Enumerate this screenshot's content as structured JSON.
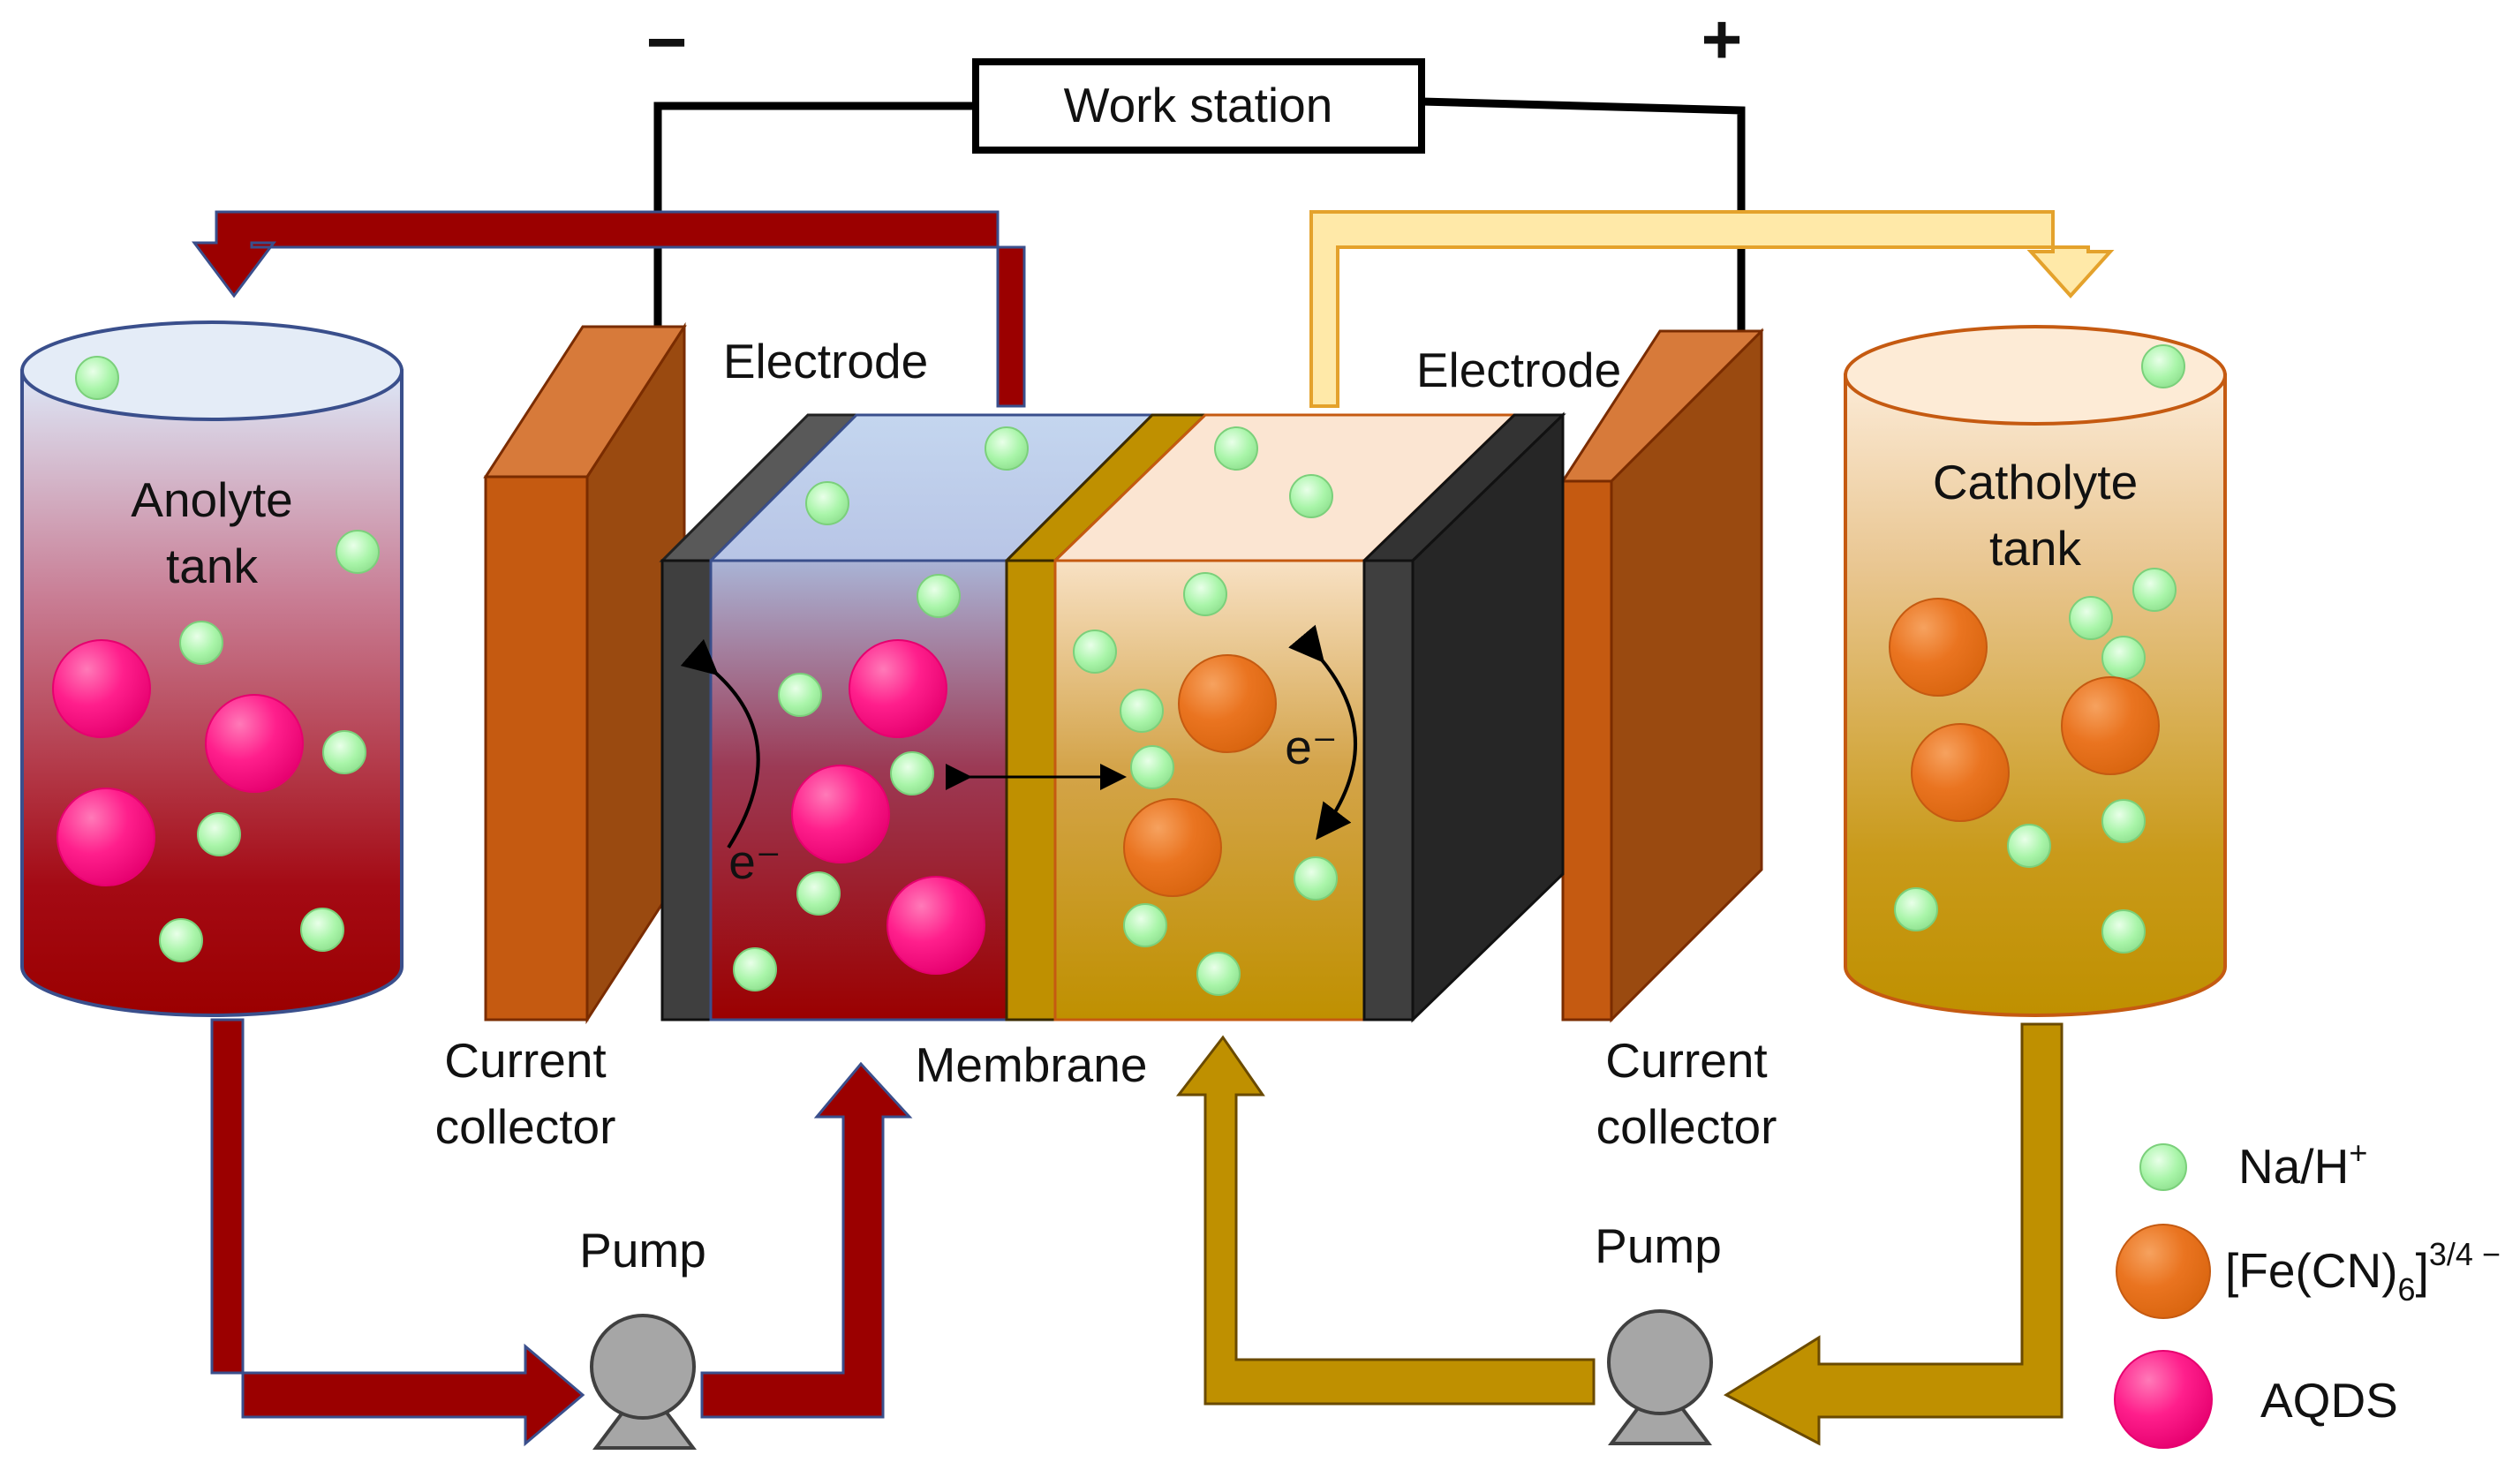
{
  "polarity": {
    "negative": "−",
    "positive": "+"
  },
  "work_station": "Work station",
  "anolyte_tank": {
    "line1": "Anolyte",
    "line2": "tank"
  },
  "catholyte_tank": {
    "line1": "Catholyte",
    "line2": "tank"
  },
  "electrode_left": "Electrode",
  "electrode_right": "Electrode",
  "membrane": "Membrane",
  "current_collector_left": {
    "line1": "Current",
    "line2": "collector"
  },
  "current_collector_right": {
    "line1": "Current",
    "line2": "collector"
  },
  "pump_left": "Pump",
  "pump_right": "Pump",
  "electron_left": "e⁻",
  "electron_right": "e⁻",
  "legend": {
    "na_h": {
      "base": "Na/H",
      "sup": "+"
    },
    "ferricyanide": {
      "prefix": "[Fe(CN)",
      "sub": "6",
      "bracket": "]",
      "sup": "3/4 −"
    },
    "aqds": "AQDS"
  },
  "colors": {
    "anolyte_red": "#9b0000",
    "catholyte_gold": "#bf9000",
    "ion_green": "#a9f5a9",
    "aqds_pink": "#ff007f",
    "ferricyanide_orange": "#e8731f",
    "copper": "#c55a11",
    "graphite": "#404040"
  }
}
